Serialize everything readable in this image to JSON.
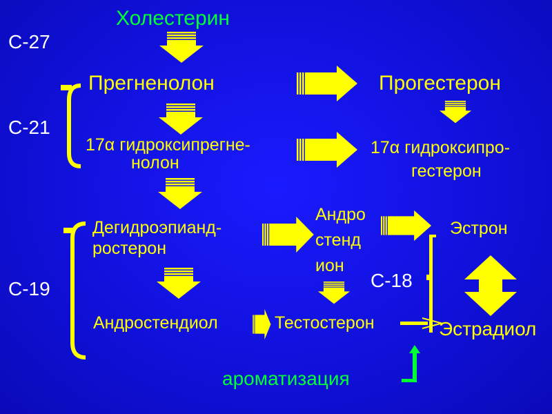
{
  "colors": {
    "background": "#1414e6",
    "text": "#ffff00",
    "label": "#ffffff",
    "accent": "#00ff33"
  },
  "title": "Холестерин",
  "carbon_labels": {
    "c27": "С-27",
    "c21": "С-21",
    "c19": "С-19",
    "c18": "С-18"
  },
  "nodes": {
    "pregnenolone": "Прегненолон",
    "progesterone": "Прогестерон",
    "hydroxypregnenolone_1": "17α гидроксипрегне-",
    "hydroxypregnenolone_2": "нолон",
    "hydroxyprogesterone_1": "17α гидроксипро-",
    "hydroxyprogesterone_2": "гестерон",
    "dhea_1": "Дегидроэпианд-",
    "dhea_2": "ростерон",
    "androstenedione_1": "Андро",
    "androstenedione_2": "стенд",
    "androstenedione_3": "ион",
    "estrone": "Эстрон",
    "androstenediol": "Андростендиол",
    "testosterone": "Тестостерон",
    "estradiol": "Эстрадиол"
  },
  "aromatization": "ароматизация"
}
